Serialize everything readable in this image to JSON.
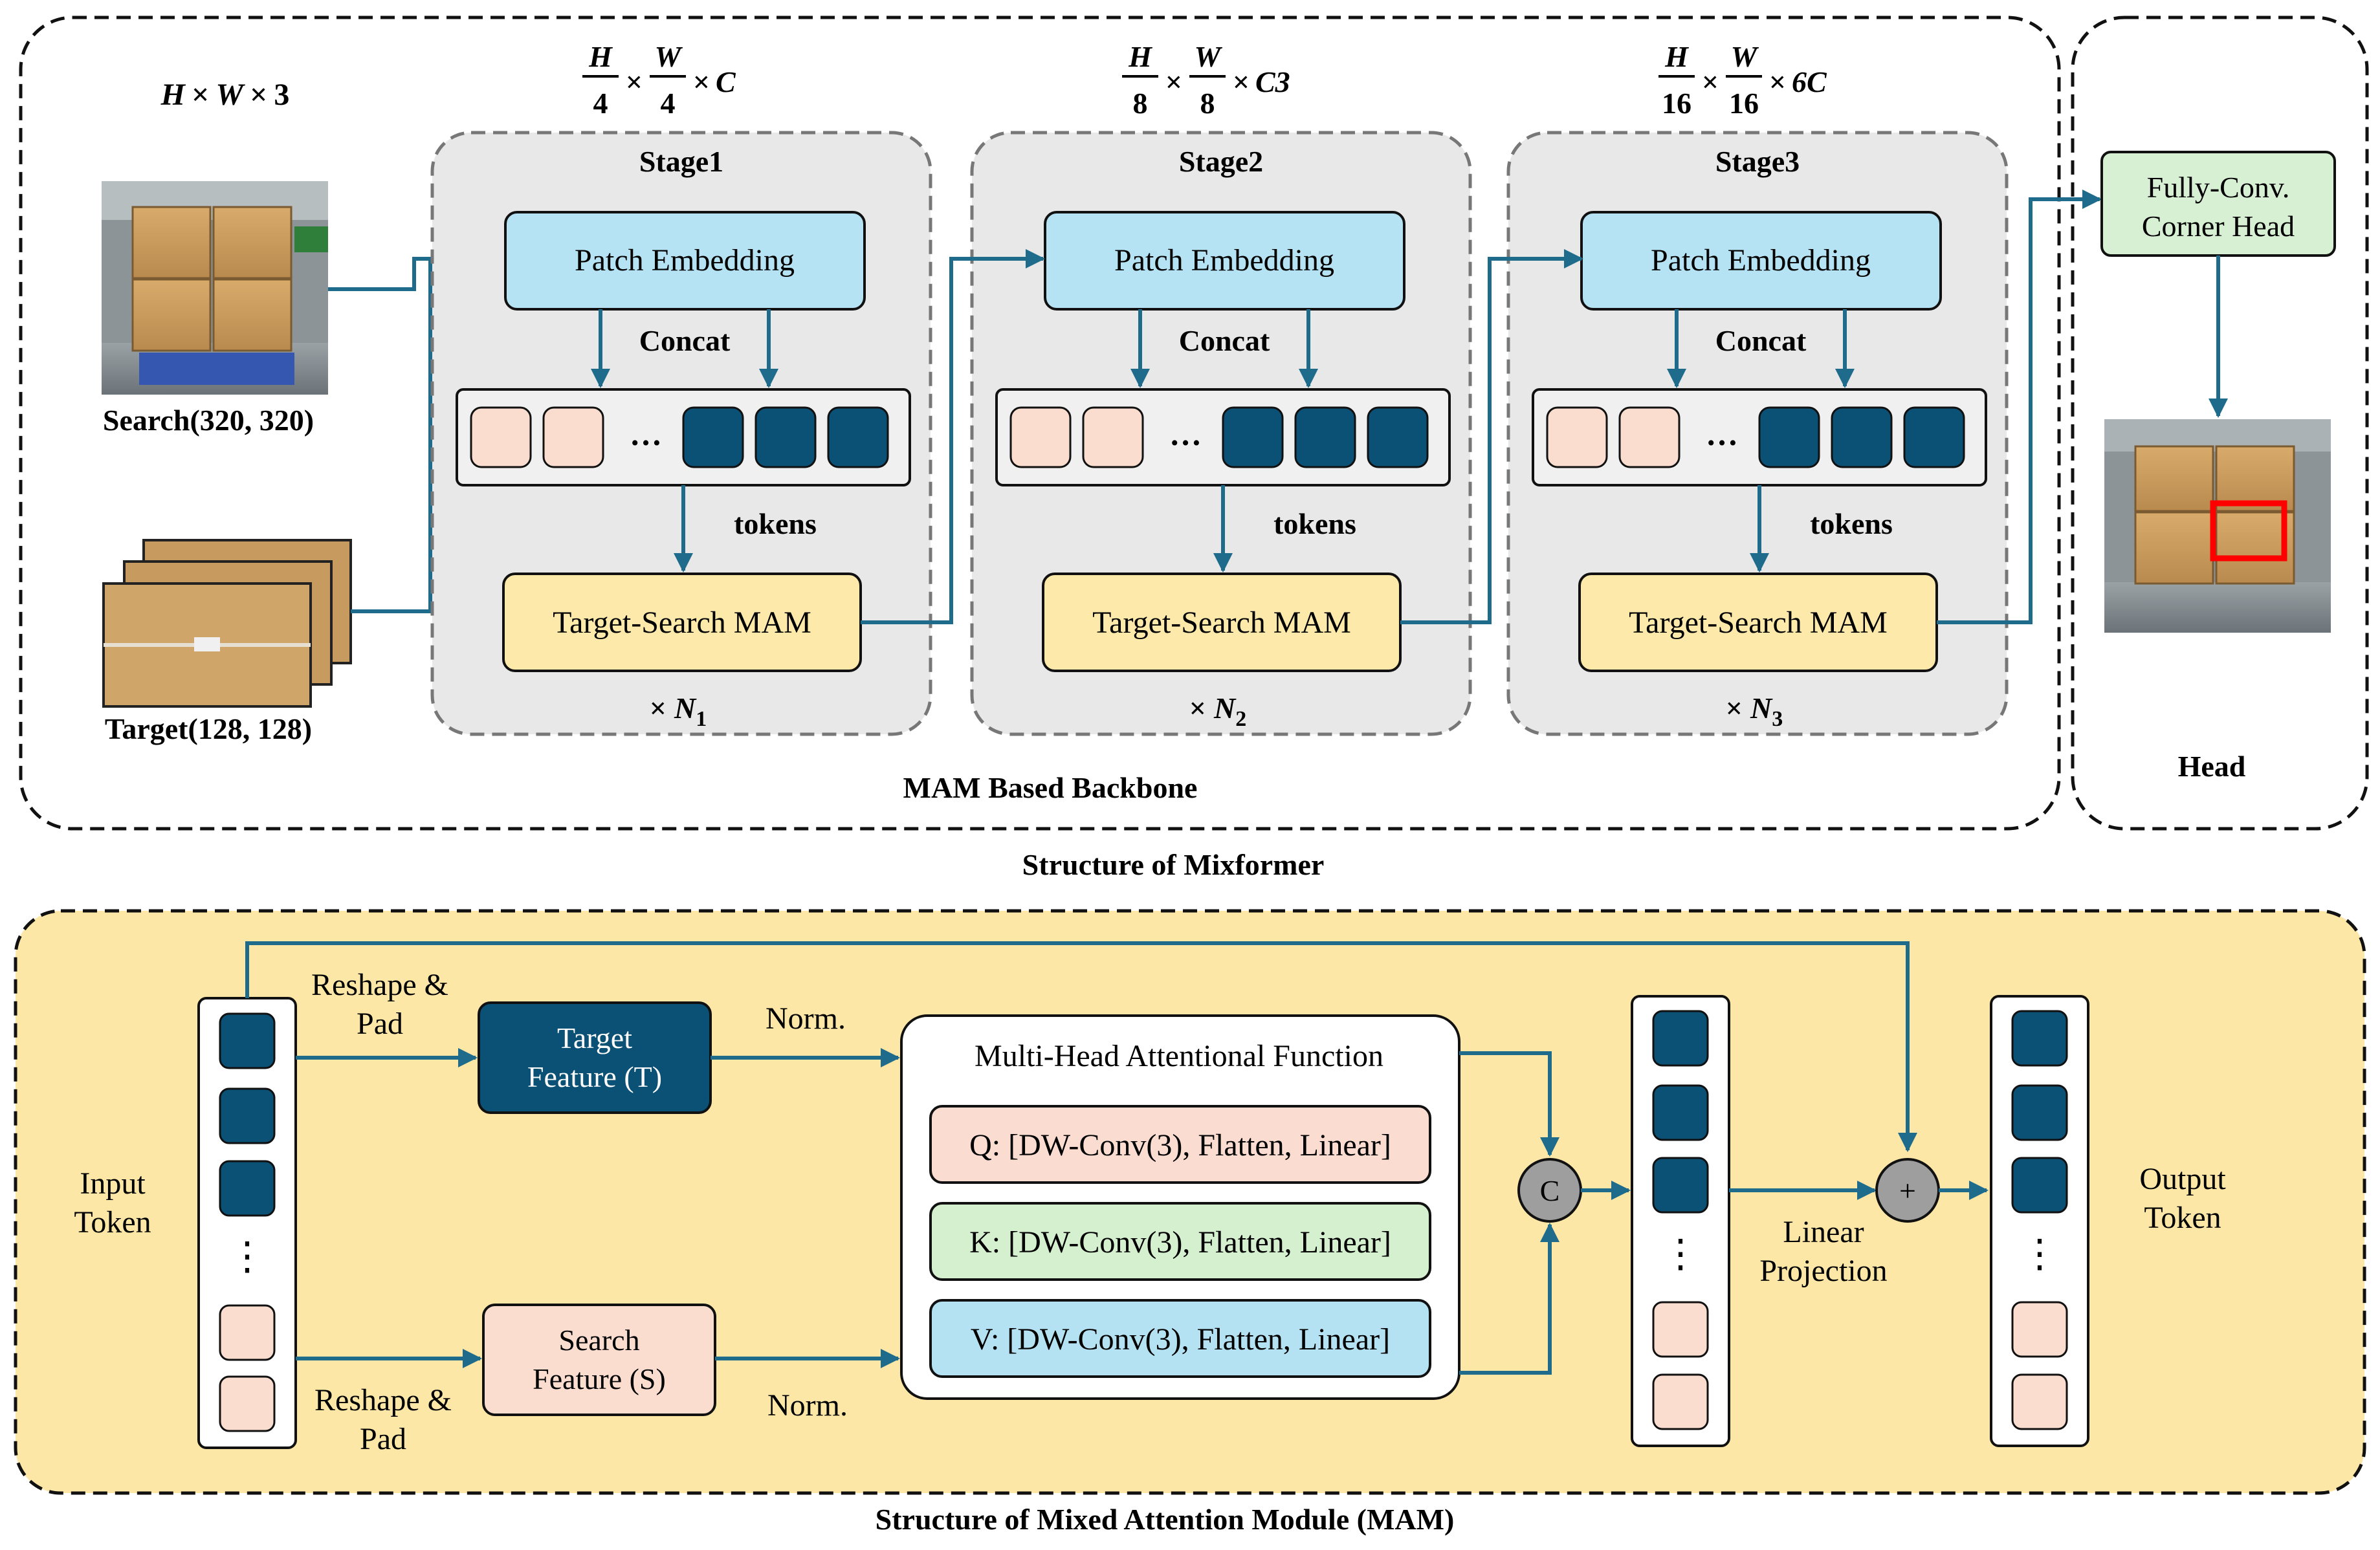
{
  "top": {
    "caption": "Structure of Mixformer",
    "backbone_label": "MAM Based Backbone",
    "head_label": "Head",
    "input_dims": {
      "h": "H",
      "x1": "×",
      "w": "W",
      "x2": "×",
      "c": "3"
    },
    "search_label": "Search(320, 320)",
    "target_label": "Target(128, 128)",
    "concat_label": "Concat",
    "tokens_label": "tokens",
    "ellipsis": "…",
    "repeat_prefix": "×",
    "stages": [
      {
        "title": "Stage1",
        "patch": "Patch Embedding",
        "mam": "Target-Search  MAM",
        "dim_h": "H",
        "dim_hd": "4",
        "dim_w": "W",
        "dim_wd": "4",
        "dim_c": "C",
        "repeat_n": "N",
        "repeat_sub": "1"
      },
      {
        "title": "Stage2",
        "patch": "Patch Embedding",
        "mam": "Target-Search  MAM",
        "dim_h": "H",
        "dim_hd": "8",
        "dim_w": "W",
        "dim_wd": "8",
        "dim_c": "C3",
        "repeat_n": "N",
        "repeat_sub": "2"
      },
      {
        "title": "Stage3",
        "patch": "Patch Embedding",
        "mam": "Target-Search  MAM",
        "dim_h": "H",
        "dim_hd": "16",
        "dim_w": "W",
        "dim_wd": "16",
        "dim_c": "6C",
        "repeat_n": "N",
        "repeat_sub": "3"
      }
    ],
    "head_box": [
      "Fully-Conv.",
      "Corner Head"
    ]
  },
  "mam": {
    "caption": "Structure of Mixed Attention Module (MAM)",
    "input_token": [
      "Input",
      "Token"
    ],
    "output_token": [
      "Output",
      "Token"
    ],
    "reshape_pad_top": [
      "Reshape &",
      "Pad"
    ],
    "reshape_pad_bottom": [
      "Reshape &",
      "Pad"
    ],
    "target_feature": [
      "Target",
      "Feature (T)"
    ],
    "search_feature": [
      "Search",
      "Feature (S)"
    ],
    "norm_top": "Norm.",
    "norm_bottom": "Norm.",
    "attention_title": "Multi-Head Attentional Function",
    "q_row": "Q: [DW-Conv(3), Flatten, Linear]",
    "k_row": "K: [DW-Conv(3), Flatten, Linear]",
    "v_row": "V: [DW-Conv(3), Flatten, Linear]",
    "concat_symbol": "C",
    "plus_symbol": "+",
    "linear_projection": [
      "Linear",
      "Projection"
    ],
    "vdots": "⋮"
  },
  "colors": {
    "arrow": "#1f6b8c",
    "token_dark": "#0b5075",
    "token_light": "#fbddd0",
    "patch_fill": "#b5e3f3",
    "mam_fill": "#fde9a9",
    "stage_fill": "#e8e8e8",
    "head_fill": "#d7f0d3",
    "mam_panel_fill": "#fde7a6",
    "q_fill": "#fbdcd1",
    "k_fill": "#d5f0cf",
    "v_fill": "#b4e2f2",
    "red_box": "#ff0000"
  }
}
